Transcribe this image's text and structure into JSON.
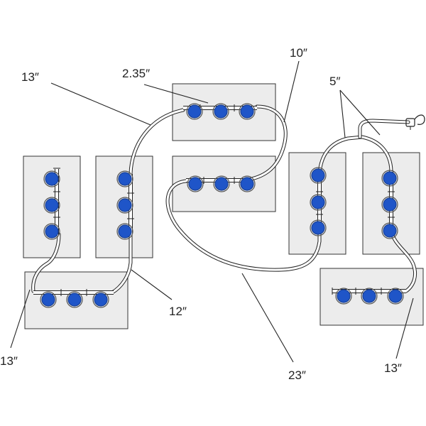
{
  "labels": {
    "top_left_13": "13″",
    "spacing_2_35": "2.35″",
    "top_10": "10″",
    "right_5": "5″",
    "left_13": "13″",
    "middle_12": "12″",
    "bottom_23": "23″",
    "right_13": "13″"
  },
  "colors": {
    "cell_fill": "#1f55c8",
    "battery_fill": "#ececec",
    "hose": "#222222"
  }
}
